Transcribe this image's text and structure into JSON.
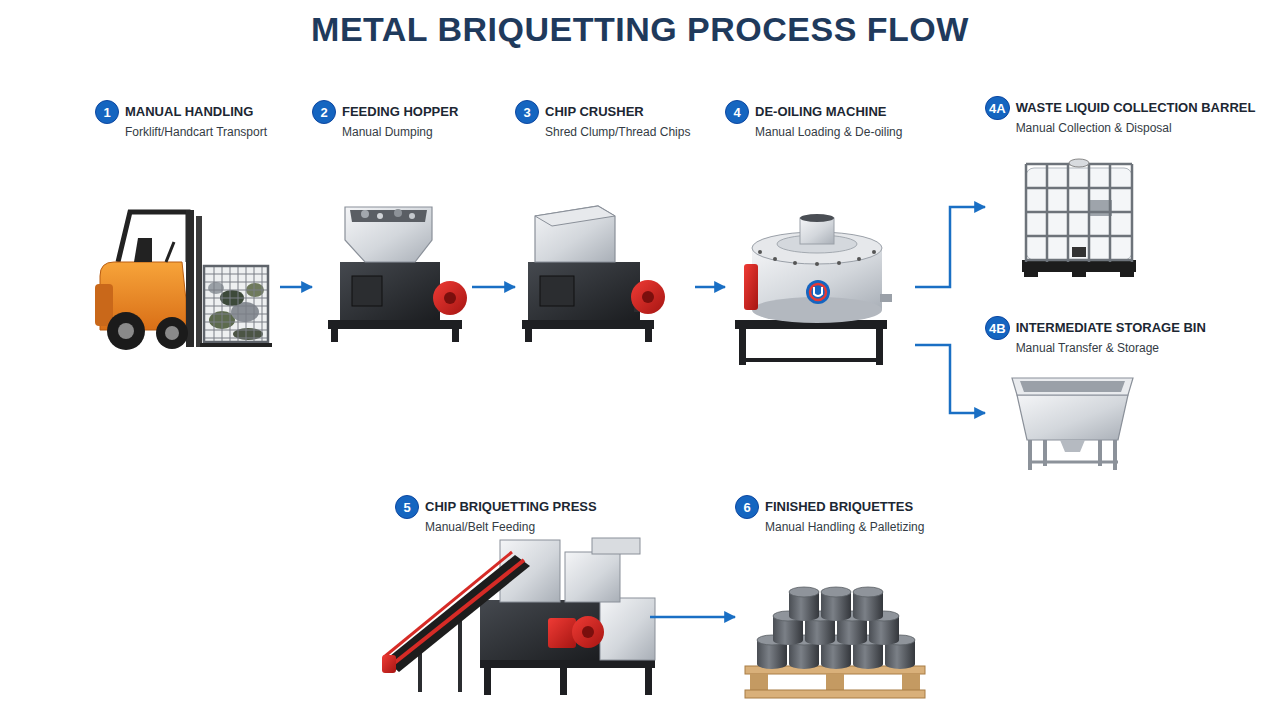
{
  "diagram": {
    "title": "METAL BRIQUETTING PROCESS FLOW",
    "nodes": [
      {
        "text": [
          "1",
          "MANUAL HANDLING",
          "Forklift/Handcart Transport"
        ]
      },
      {
        "text": [
          "2",
          "FEEDING HOPPER",
          "Manual Dumping"
        ]
      },
      {
        "text": [
          "3",
          "CHIP CRUSHER",
          "Shred Clump/Thread Chips"
        ]
      },
      {
        "text": [
          "4",
          "DE-OILING MACHINE",
          "Manual Loading & De-oiling"
        ]
      },
      {
        "text": [
          "4A",
          "WASTE LIQUID COLLECTION BARREL",
          "Manual Collection & Disposal"
        ]
      },
      {
        "text": [
          "4B",
          "INTERMEDIATE STORAGE BIN",
          "Manual Transfer & Storage"
        ]
      },
      {
        "text": [
          "5",
          "CHIP BRIQUETTING PRESS",
          "Manual/Belt Feeding"
        ]
      },
      {
        "text": [
          "6",
          "FINISHED BRIQUETTES",
          "Manual Handling & Palletizing"
        ]
      }
    ],
    "edges": [
      {
        "from": 0,
        "to": 1,
        "arrow": "to"
      },
      {
        "from": 1,
        "to": 2,
        "arrow": "to"
      },
      {
        "from": 2,
        "to": 3,
        "arrow": "to"
      },
      {
        "from": 3,
        "to": 4,
        "arrow": "to"
      },
      {
        "from": 3,
        "to": 5,
        "arrow": "to"
      },
      {
        "from": 6,
        "to": 7,
        "arrow": "to"
      }
    ]
  }
}
